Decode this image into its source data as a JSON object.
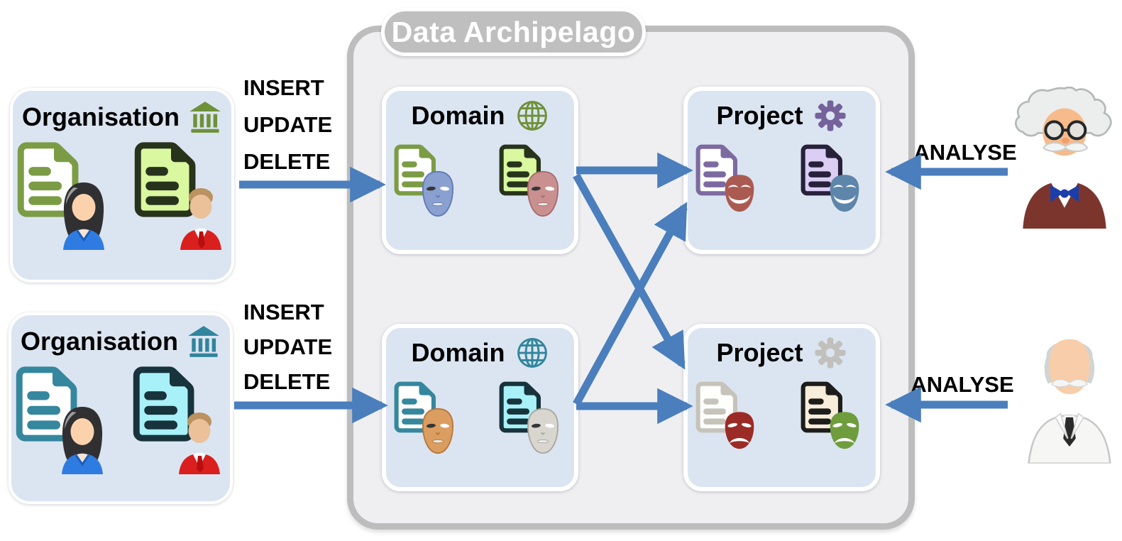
{
  "title": "Data Archipelago",
  "organisations": [
    {
      "label": "Organisation",
      "icon": "bank-icon",
      "theme": "green",
      "contents": [
        "document-with-woman",
        "document-with-man"
      ]
    },
    {
      "label": "Organisation",
      "icon": "bank-icon",
      "theme": "teal",
      "contents": [
        "document-with-woman",
        "document-with-man"
      ]
    }
  ],
  "domains": [
    {
      "label": "Domain",
      "icon": "globe-icon",
      "theme": "green",
      "contents": [
        "document-with-blue-mask",
        "document-with-pink-mask"
      ]
    },
    {
      "label": "Domain",
      "icon": "globe-icon",
      "theme": "teal",
      "contents": [
        "document-with-orange-mask",
        "document-with-white-mask"
      ]
    }
  ],
  "projects": [
    {
      "label": "Project",
      "icon": "gear-icon",
      "theme": "purple",
      "contents": [
        "document-with-red-comedy-mask",
        "document-with-blue-comedy-mask"
      ]
    },
    {
      "label": "Project",
      "icon": "gear-icon",
      "theme": "gray",
      "contents": [
        "document-with-red-tragedy-mask",
        "document-with-green-tragedy-mask"
      ]
    }
  ],
  "flows": {
    "ingest_top": {
      "operations": [
        "INSERT",
        "UPDATE",
        "DELETE"
      ]
    },
    "ingest_bottom": {
      "operations": [
        "INSERT",
        "UPDATE",
        "DELETE"
      ]
    },
    "analyse_top": {
      "label": "ANALYSE",
      "actor": "einstein-scientist-icon"
    },
    "analyse_bottom": {
      "label": "ANALYSE",
      "actor": "lab-scientist-icon"
    },
    "cross_links": [
      "domain-top to project-top",
      "domain-top to project-bottom",
      "domain-bottom to project-top",
      "domain-bottom to project-bottom"
    ]
  },
  "colors": {
    "arrow": "#4a7ebd",
    "panel_fill": "#dbe5f1",
    "container_fill": "#efeff1",
    "container_border": "#bdbdbd",
    "pill_fill": "#bfbfbf",
    "green": "#6f9139",
    "teal": "#31859c",
    "purple": "#75629b",
    "gray": "#c2c0bc"
  }
}
